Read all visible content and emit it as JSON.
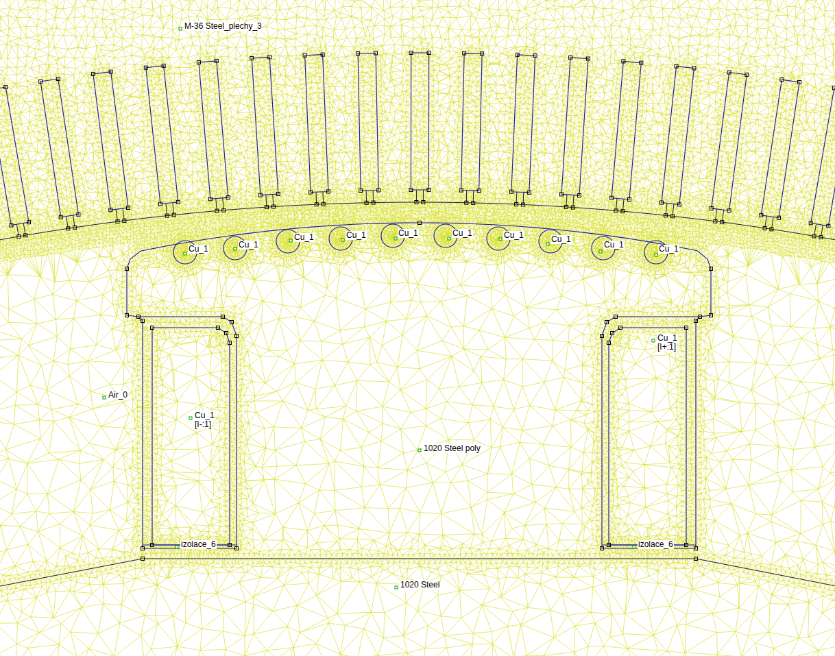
{
  "diagram": {
    "labels": [
      "M-36 Steel_plechy_3",
      "Cu_1",
      "Cu_1",
      "Cu_1",
      "Cu_1",
      "Cu_1",
      "Cu_1",
      "Cu_1",
      "Cu_1",
      "Cu_1",
      "Cu_1",
      "Cu_1",
      "[I+:1]",
      "Air_0",
      "Cu_1",
      "[I-:1]",
      "1020 Steel poly",
      "izolace_6",
      "izolace_6",
      "1020 Steel"
    ]
  }
}
